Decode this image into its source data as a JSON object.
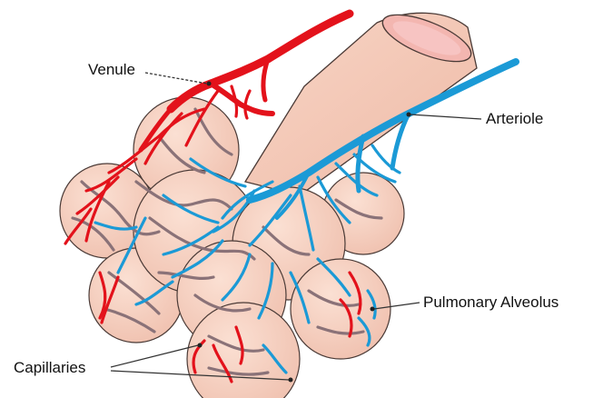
{
  "labels": {
    "venule": "Venule",
    "arteriole": "Arteriole",
    "pulmonary_alveolus": "Pulmonary Alveolus",
    "capillaries": "Capillaries"
  },
  "colors": {
    "tissue": "#f7cfc0",
    "tissue_shadow": "#eab6a4",
    "venule_red": "#e3121b",
    "arteriole_blue": "#1b9ad6",
    "capillary_mix": "#8a7278",
    "outline": "#4a3a36"
  }
}
